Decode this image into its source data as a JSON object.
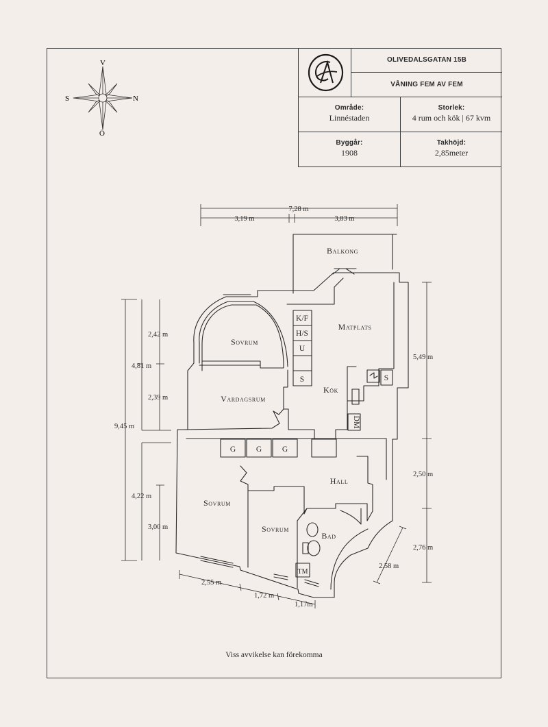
{
  "header": {
    "address": "OLIVEDALSGATAN 15B",
    "floor": "VÅNING FEM AV FEM"
  },
  "facts": {
    "area_label": "Område:",
    "area_value": "Linnéstaden",
    "size_label": "Storlek:",
    "size_value": "4 rum och kök | 67 kvm",
    "built_label": "Byggår:",
    "built_value": "1908",
    "ceiling_label": "Takhöjd:",
    "ceiling_value": "2,85meter"
  },
  "compass": {
    "north": "N",
    "south": "S",
    "west": "V",
    "east": "Ö"
  },
  "rooms": {
    "balcony": "Balkong",
    "dining": "Matplats",
    "bedroom_top": "Sovrum",
    "living": "Vardagsrum",
    "kitchen": "Kök",
    "hall": "Hall",
    "bedroom_left": "Sovrum",
    "bedroom_mid": "Sovrum",
    "bath": "Bad"
  },
  "fixtures": {
    "kf": "K/F",
    "hs": "H/S",
    "u": "U",
    "s1": "S",
    "s2": "S",
    "dm": "DM",
    "g1": "G",
    "g2": "G",
    "g3": "G",
    "tm": "TM"
  },
  "dimensions": {
    "top_total": "7,28 m",
    "top_left": "3,19 m",
    "top_right": "3,83 m",
    "left_total": "9,45 m",
    "left_upper": "4,81 m",
    "left_lower": "4,22 m",
    "left_a": "2,42 m",
    "left_b": "2,39 m",
    "left_c": "3,00 m",
    "right_a": "5,49 m",
    "right_b": "2,50 m",
    "right_c": "2,76 m",
    "right_diag": "2,58 m",
    "bottom_a": "2,55 m",
    "bottom_b": "1,72 m",
    "bottom_c": "1,17m"
  },
  "disclaimer": "Viss avvikelse kan förekomma"
}
